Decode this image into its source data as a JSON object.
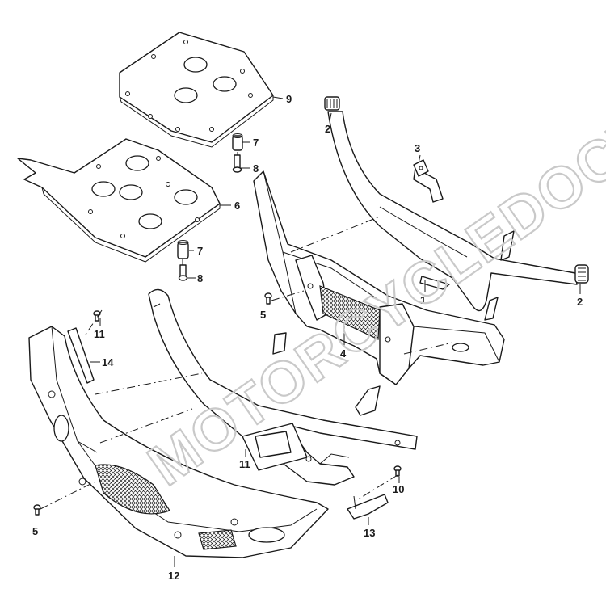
{
  "watermark": "MOTORCYCLEDOCTOR",
  "callouts": {
    "c1": "1",
    "c2a": "2",
    "c2b": "2",
    "c3": "3",
    "c4": "4",
    "c5a": "5",
    "c5b": "5",
    "c6": "6",
    "c7a": "7",
    "c7b": "7",
    "c8a": "8",
    "c8b": "8",
    "c9": "9",
    "c10": "10",
    "c11a": "11",
    "c11b": "11",
    "c12": "12",
    "c13": "13",
    "c14": "14"
  }
}
